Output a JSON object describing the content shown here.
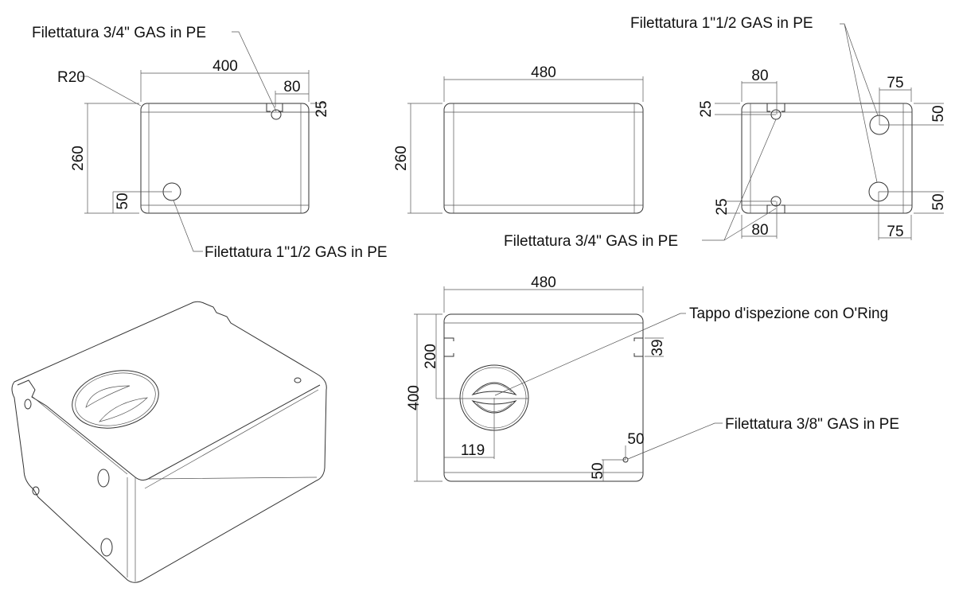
{
  "title": "Serbatoio - disegno tecnico",
  "colors": {
    "line": "#333333",
    "background": "#ffffff"
  },
  "views": {
    "side_left": {
      "label_top": "Filettatura 3/4\" GAS in PE",
      "label_bottom": "Filettatura 1\"1/2 GAS in PE",
      "radius": "R20",
      "width": "400",
      "height": "260",
      "hole_offset_x": "80",
      "hole_offset_y": "25",
      "big_hole_offset_y": "50"
    },
    "front": {
      "width": "480",
      "height": "260"
    },
    "side_right": {
      "label_top": "Filettatura 1\"1/2 GAS in PE",
      "label_bottom": "Filettatura 3/4\" GAS in PE",
      "top_offset_x": "80",
      "top_offset_y": "25",
      "bottom_offset_x": "80",
      "bottom_offset_y": "25",
      "big_top_x": "75",
      "big_top_y": "50",
      "big_bottom_x": "75",
      "big_bottom_y": "50"
    },
    "top": {
      "label_cap": "Tappo d'ispezione con O'Ring",
      "label_hole": "Filettatura 3/8\" GAS in PE",
      "width": "480",
      "depth": "400",
      "cap_offset_y": "200",
      "cap_offset_x": "119",
      "notch": "39",
      "hole_x": "50",
      "hole_y": "50"
    }
  }
}
